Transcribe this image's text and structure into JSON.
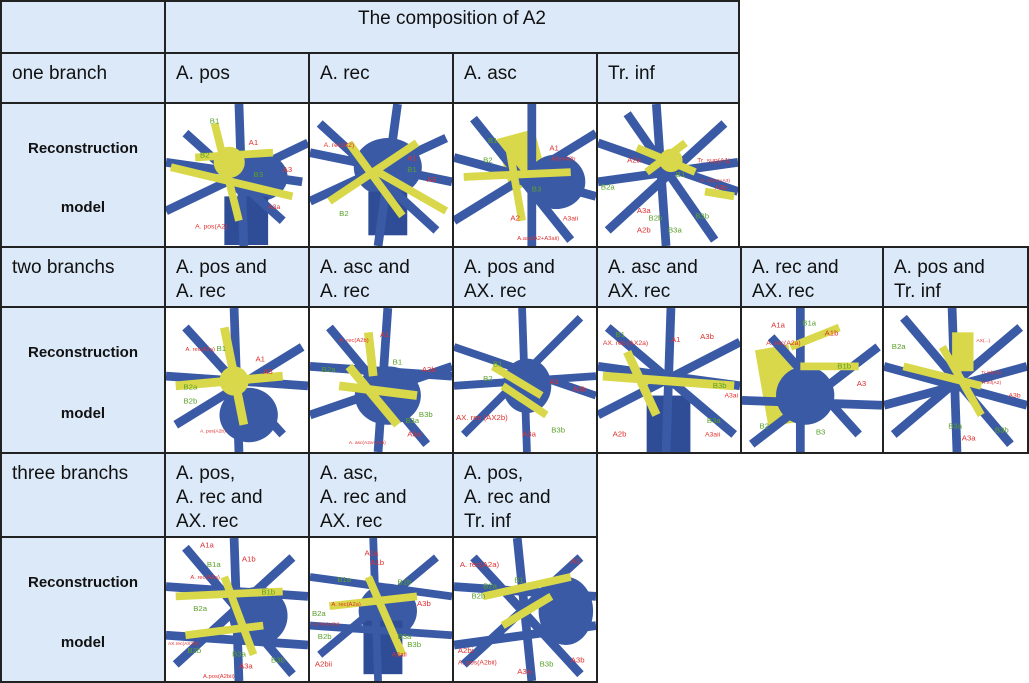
{
  "title": "The composition of A2",
  "row_one": {
    "label": "one branch",
    "columns": [
      "A. pos",
      "A. rec",
      "A. asc",
      "Tr. inf"
    ]
  },
  "row_two": {
    "label": "two branchs",
    "columns": [
      "A. pos and\nA. rec",
      "A. asc and\nA. rec",
      "A. pos and\nAX. rec",
      "A. asc and\nAX. rec",
      "A. rec and\nAX. rec",
      "A. pos and\nTr. inf"
    ]
  },
  "row_three": {
    "label": "three branchs",
    "columns": [
      "A. pos,\nA. rec and\nAX. rec",
      "A. asc,\nA. rec and\nAX. rec",
      "A. pos,\nA. rec and\nTr. inf"
    ]
  },
  "model_label": {
    "line1": "Reconstruction",
    "line2": "model"
  },
  "colors": {
    "header_bg": "#dbe9f8",
    "vessel_blue": "#3a5aa6",
    "bronchus_yellow": "#d8d84a",
    "label_red": "#e03030",
    "label_green": "#5aa02a"
  },
  "annotations": {
    "one_pos": {
      "red": [
        "A1",
        "A3",
        "A3a",
        "A. pos(A2)"
      ],
      "green": [
        "B1",
        "B2",
        "B3"
      ]
    },
    "one_rec": {
      "red": [
        "A. rec(A2)",
        "A1",
        "A3"
      ],
      "green": [
        "B1",
        "B2"
      ]
    },
    "one_asc": {
      "red": [
        "A1",
        "A3a+A3b",
        "A2",
        "A3aii",
        "A.asc(A2+A3aii)"
      ],
      "green": [
        "B1",
        "B2",
        "B3"
      ]
    },
    "one_tr": {
      "red": [
        "A2a",
        "Tr. sup(A1)",
        "Tr. inf(A2+A3)",
        "A3b",
        "A3a",
        "A2b"
      ],
      "green": [
        "B1",
        "B2a",
        "B2b",
        "B3a",
        "B3b"
      ]
    },
    "two_posrec": {
      "red": [
        "A. rec(A2a)",
        "A1",
        "A3",
        "A. pos(A2b)"
      ],
      "green": [
        "B1",
        "B2a",
        "B2b"
      ]
    },
    "two_ascrec": {
      "red": [
        "A. rec(A2b)",
        "A1",
        "A3b",
        "A3a",
        "A. asc(A2a+A3a)"
      ],
      "green": [
        "B1",
        "B2a",
        "B3a",
        "B3b"
      ]
    },
    "two_posax": {
      "red": [
        "A1",
        "A3b",
        "AX. rec (AX2b)",
        "A3a"
      ],
      "green": [
        "B1",
        "B2",
        "B3b"
      ]
    },
    "two_ascax": {
      "red": [
        "AX. rec (AX2a)",
        "A1",
        "A3b",
        "A3ai",
        "A2b",
        "A3aii"
      ],
      "green": [
        "B1",
        "B3b",
        "B3a"
      ]
    },
    "two_recax": {
      "red": [
        "A1a",
        "A. rec(A2a)",
        "A1b",
        "A3"
      ],
      "green": [
        "B1a",
        "B1b",
        "B2",
        "B3"
      ]
    },
    "two_postr": {
      "red": [
        "AX(...)",
        "Tr.inf(A1)",
        "Tr.inf(A2)",
        "A3b",
        "A3a"
      ],
      "green": [
        "B2a",
        "B3a",
        "B3b"
      ]
    },
    "three_posrecax": {
      "red": [
        "A1a",
        "A. rec(A2a)",
        "A1b",
        "AX.rec(AX2bi)",
        "A3a",
        "A.pos(A2bii)"
      ],
      "green": [
        "B1a",
        "B1b",
        "B2a",
        "B2b",
        "B3a",
        "B3b"
      ]
    },
    "three_ascrecax": {
      "red": [
        "A1a",
        "A1b",
        "A. rec(A2a)",
        "AX.rec(A2bi)",
        "A3b",
        "A2bii",
        "A3aii"
      ],
      "green": [
        "B1a",
        "B1b",
        "B2a",
        "B2b",
        "B3a",
        "B3b"
      ]
    },
    "three_posrectr": {
      "red": [
        "A. rec(A2a)",
        "A1",
        "A2bi",
        "A. pos(A2bii)",
        "A3a",
        "A3b"
      ],
      "green": [
        "B1",
        "B2a",
        "B2b",
        "B3b"
      ]
    }
  }
}
